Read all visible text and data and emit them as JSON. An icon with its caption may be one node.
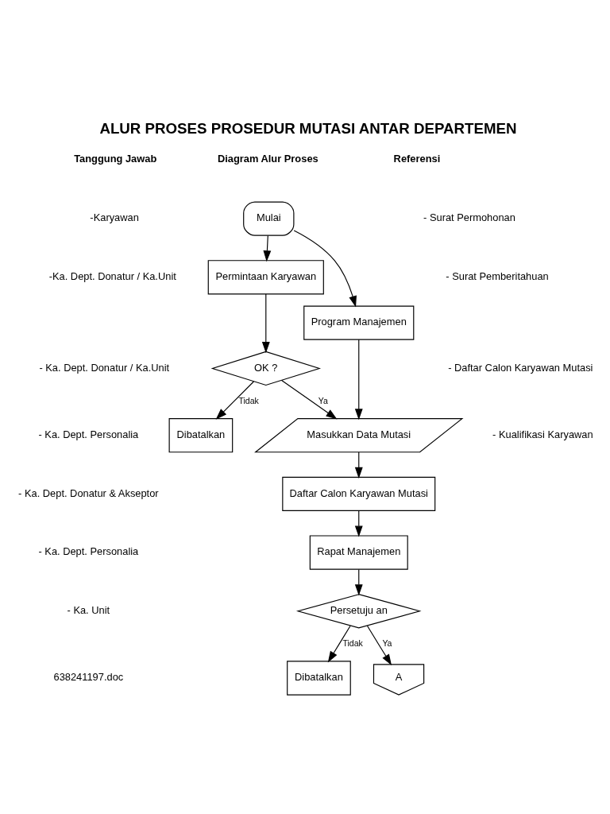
{
  "diagram": {
    "title": "ALUR PROSES PROSEDUR MUTASI ANTAR DEPARTEMEN",
    "nodes": [
      {
        "text": [
          "Mulai"
        ]
      },
      {
        "text": [
          "Permintaan Karyawan"
        ]
      },
      {
        "text": [
          "Program Manajemen"
        ]
      },
      {
        "text": [
          "OK ?"
        ]
      },
      {
        "text": [
          "Dibatalkan"
        ]
      },
      {
        "text": [
          "Masukkan Data Mutasi"
        ]
      },
      {
        "text": [
          "Daftar Calon Karyawan Mutasi"
        ]
      },
      {
        "text": [
          "Rapat Manajemen"
        ]
      },
      {
        "text": [
          "Persetuju an"
        ]
      },
      {
        "text": [
          "Dibatalkan"
        ]
      },
      {
        "text": [
          "A"
        ]
      }
    ],
    "edges": [
      {
        "from": 0,
        "to": 2,
        "arrow": "to"
      },
      {
        "from": 0,
        "to": 1,
        "arrow": "to"
      },
      {
        "from": 1,
        "to": 3,
        "arrow": "to"
      },
      {
        "from": 3,
        "to": 4,
        "arrow": "to",
        "label": "Tidak"
      },
      {
        "from": 3,
        "to": 5,
        "arrow": "to",
        "label": "Ya"
      },
      {
        "from": 2,
        "to": 5,
        "arrow": "to"
      },
      {
        "from": 5,
        "to": 6,
        "arrow": "to"
      },
      {
        "from": 6,
        "to": 7,
        "arrow": "to"
      },
      {
        "from": 7,
        "to": 8,
        "arrow": "to"
      },
      {
        "from": 8,
        "to": 9,
        "arrow": "to",
        "label": "Tidak"
      },
      {
        "from": 8,
        "to": 10,
        "arrow": "to",
        "label": "Ya"
      }
    ],
    "labels": [
      "Tanggung Jawab",
      "Diagram Alur Proses",
      "Referensi",
      "-Karyawan",
      "-Ka. Dept. Donatur / Ka.Unit",
      "- Ka. Dept. Donatur / Ka.Unit",
      "- Ka. Dept. Personalia",
      "- Ka. Dept. Donatur & Akseptor",
      "- Ka. Dept. Personalia",
      "- Ka. Unit",
      "- Surat Permohonan",
      "- Surat Pemberitahuan",
      "- Daftar Calon Karyawan Mutasi",
      "- Kualifikasi Karyawan",
      "638241197.doc"
    ]
  }
}
